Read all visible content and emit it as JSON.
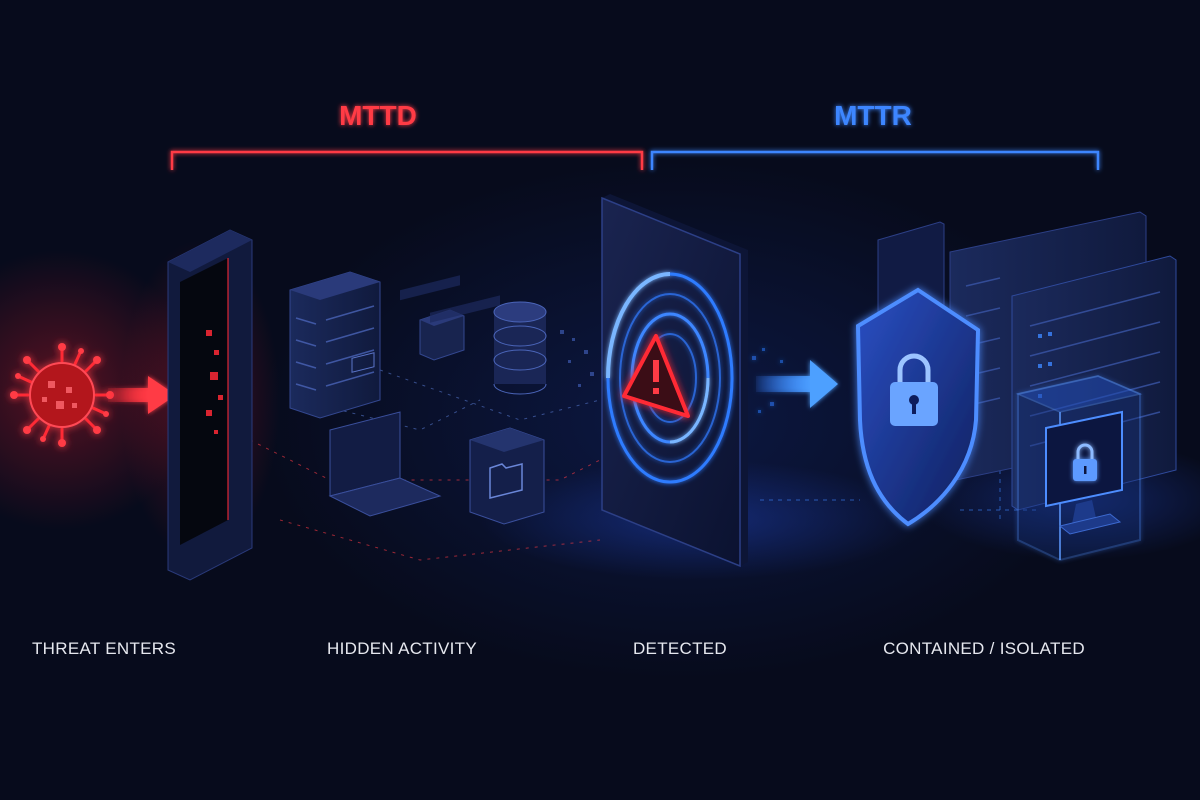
{
  "phases": {
    "mttd": {
      "label": "MTTD",
      "color": "#ff3b45"
    },
    "mttr": {
      "label": "MTTR",
      "color": "#3d86ff"
    }
  },
  "stages": [
    {
      "label": "THREAT ENTERS"
    },
    {
      "label": "HIDDEN ACTIVITY"
    },
    {
      "label": "DETECTED"
    },
    {
      "label": "CONTAINED / ISOLATED"
    }
  ],
  "icons": [
    "virus-icon",
    "arrow-right-icon",
    "breached-door-icon",
    "server-rack-icon",
    "database-icon",
    "laptop-icon",
    "folder-icon",
    "radar-panel-icon",
    "warning-icon",
    "shield-lock-icon",
    "server-cluster-icon",
    "isolated-monitor-icon",
    "padlock-icon"
  ],
  "colors": {
    "background": "#070b1c",
    "threat": "#ff2a36",
    "defense": "#2f7bff",
    "label": "#e6e8ef"
  }
}
